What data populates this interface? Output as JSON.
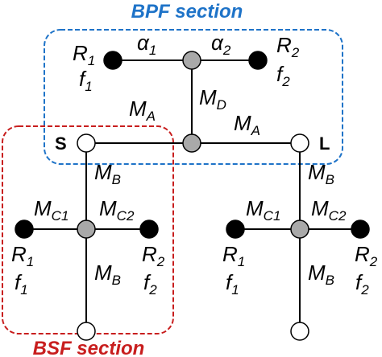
{
  "bpf": {
    "title": "BPF section",
    "color": "#1e73c8",
    "r1_main": "R",
    "r1_sub": "1",
    "f1_main": "f",
    "f1_sub": "1",
    "r2_main": "R",
    "r2_sub": "2",
    "f2_main": "f",
    "f2_sub": "2",
    "alpha1_main": "α",
    "alpha1_sub": "1",
    "alpha2_main": "α",
    "alpha2_sub": "2",
    "md_main": "M",
    "md_sub": "D",
    "ma_left_main": "M",
    "ma_left_sub": "A",
    "ma_right_main": "M",
    "ma_right_sub": "A"
  },
  "ports": {
    "source": "S",
    "load": "L"
  },
  "bsf": {
    "title": "BSF section",
    "color": "#c81e1e",
    "mb_top_main": "M",
    "mb_top_sub": "B",
    "mc1_main": "M",
    "mc1_sub": "C1",
    "mc2_main": "M",
    "mc2_sub": "C2",
    "r1_main": "R",
    "r1_sub": "1",
    "f1_main": "f",
    "f1_sub": "1",
    "r2_main": "R",
    "r2_sub": "2",
    "f2_main": "f",
    "f2_sub": "2",
    "mb_bottom_main": "M",
    "mb_bottom_sub": "B"
  },
  "load_branch": {
    "mb_top_main": "M",
    "mb_top_sub": "B",
    "mc1_main": "M",
    "mc1_sub": "C1",
    "mc2_main": "M",
    "mc2_sub": "C2",
    "r1_main": "R",
    "r1_sub": "1",
    "f1_main": "f",
    "f1_sub": "1",
    "r2_main": "R",
    "r2_sub": "2",
    "f2_main": "f",
    "f2_sub": "2",
    "mb_bottom_main": "M",
    "mb_bottom_sub": "B"
  }
}
